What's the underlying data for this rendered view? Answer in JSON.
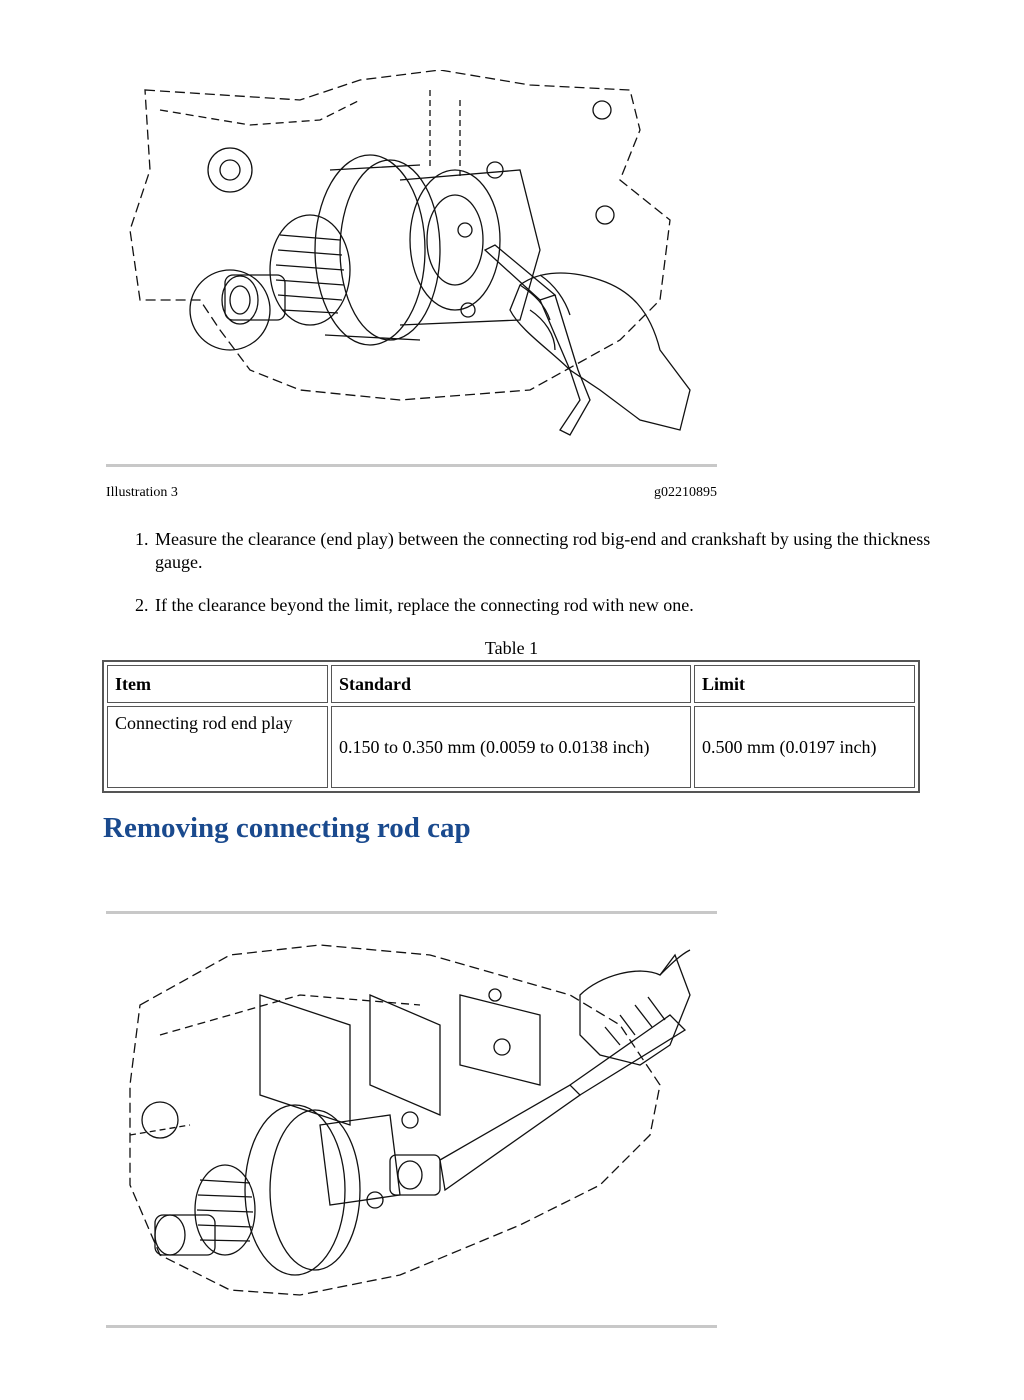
{
  "figure1": {
    "caption_left": "Illustration 3",
    "caption_right": "g02210895"
  },
  "steps": [
    "Measure the clearance (end play) between the connecting rod big-end and crankshaft by using the thickness gauge.",
    "If the clearance beyond the limit, replace the connecting rod with new one."
  ],
  "table": {
    "caption": "Table 1",
    "headers": [
      "Item",
      "Standard",
      "Limit"
    ],
    "rows": [
      [
        "Connecting rod end play",
        "0.150 to 0.350 mm (0.0059 to 0.0138 inch)",
        "0.500 mm (0.0197 inch)"
      ]
    ]
  },
  "section": {
    "title": "Removing connecting rod cap",
    "color": "#1a4a8e"
  }
}
